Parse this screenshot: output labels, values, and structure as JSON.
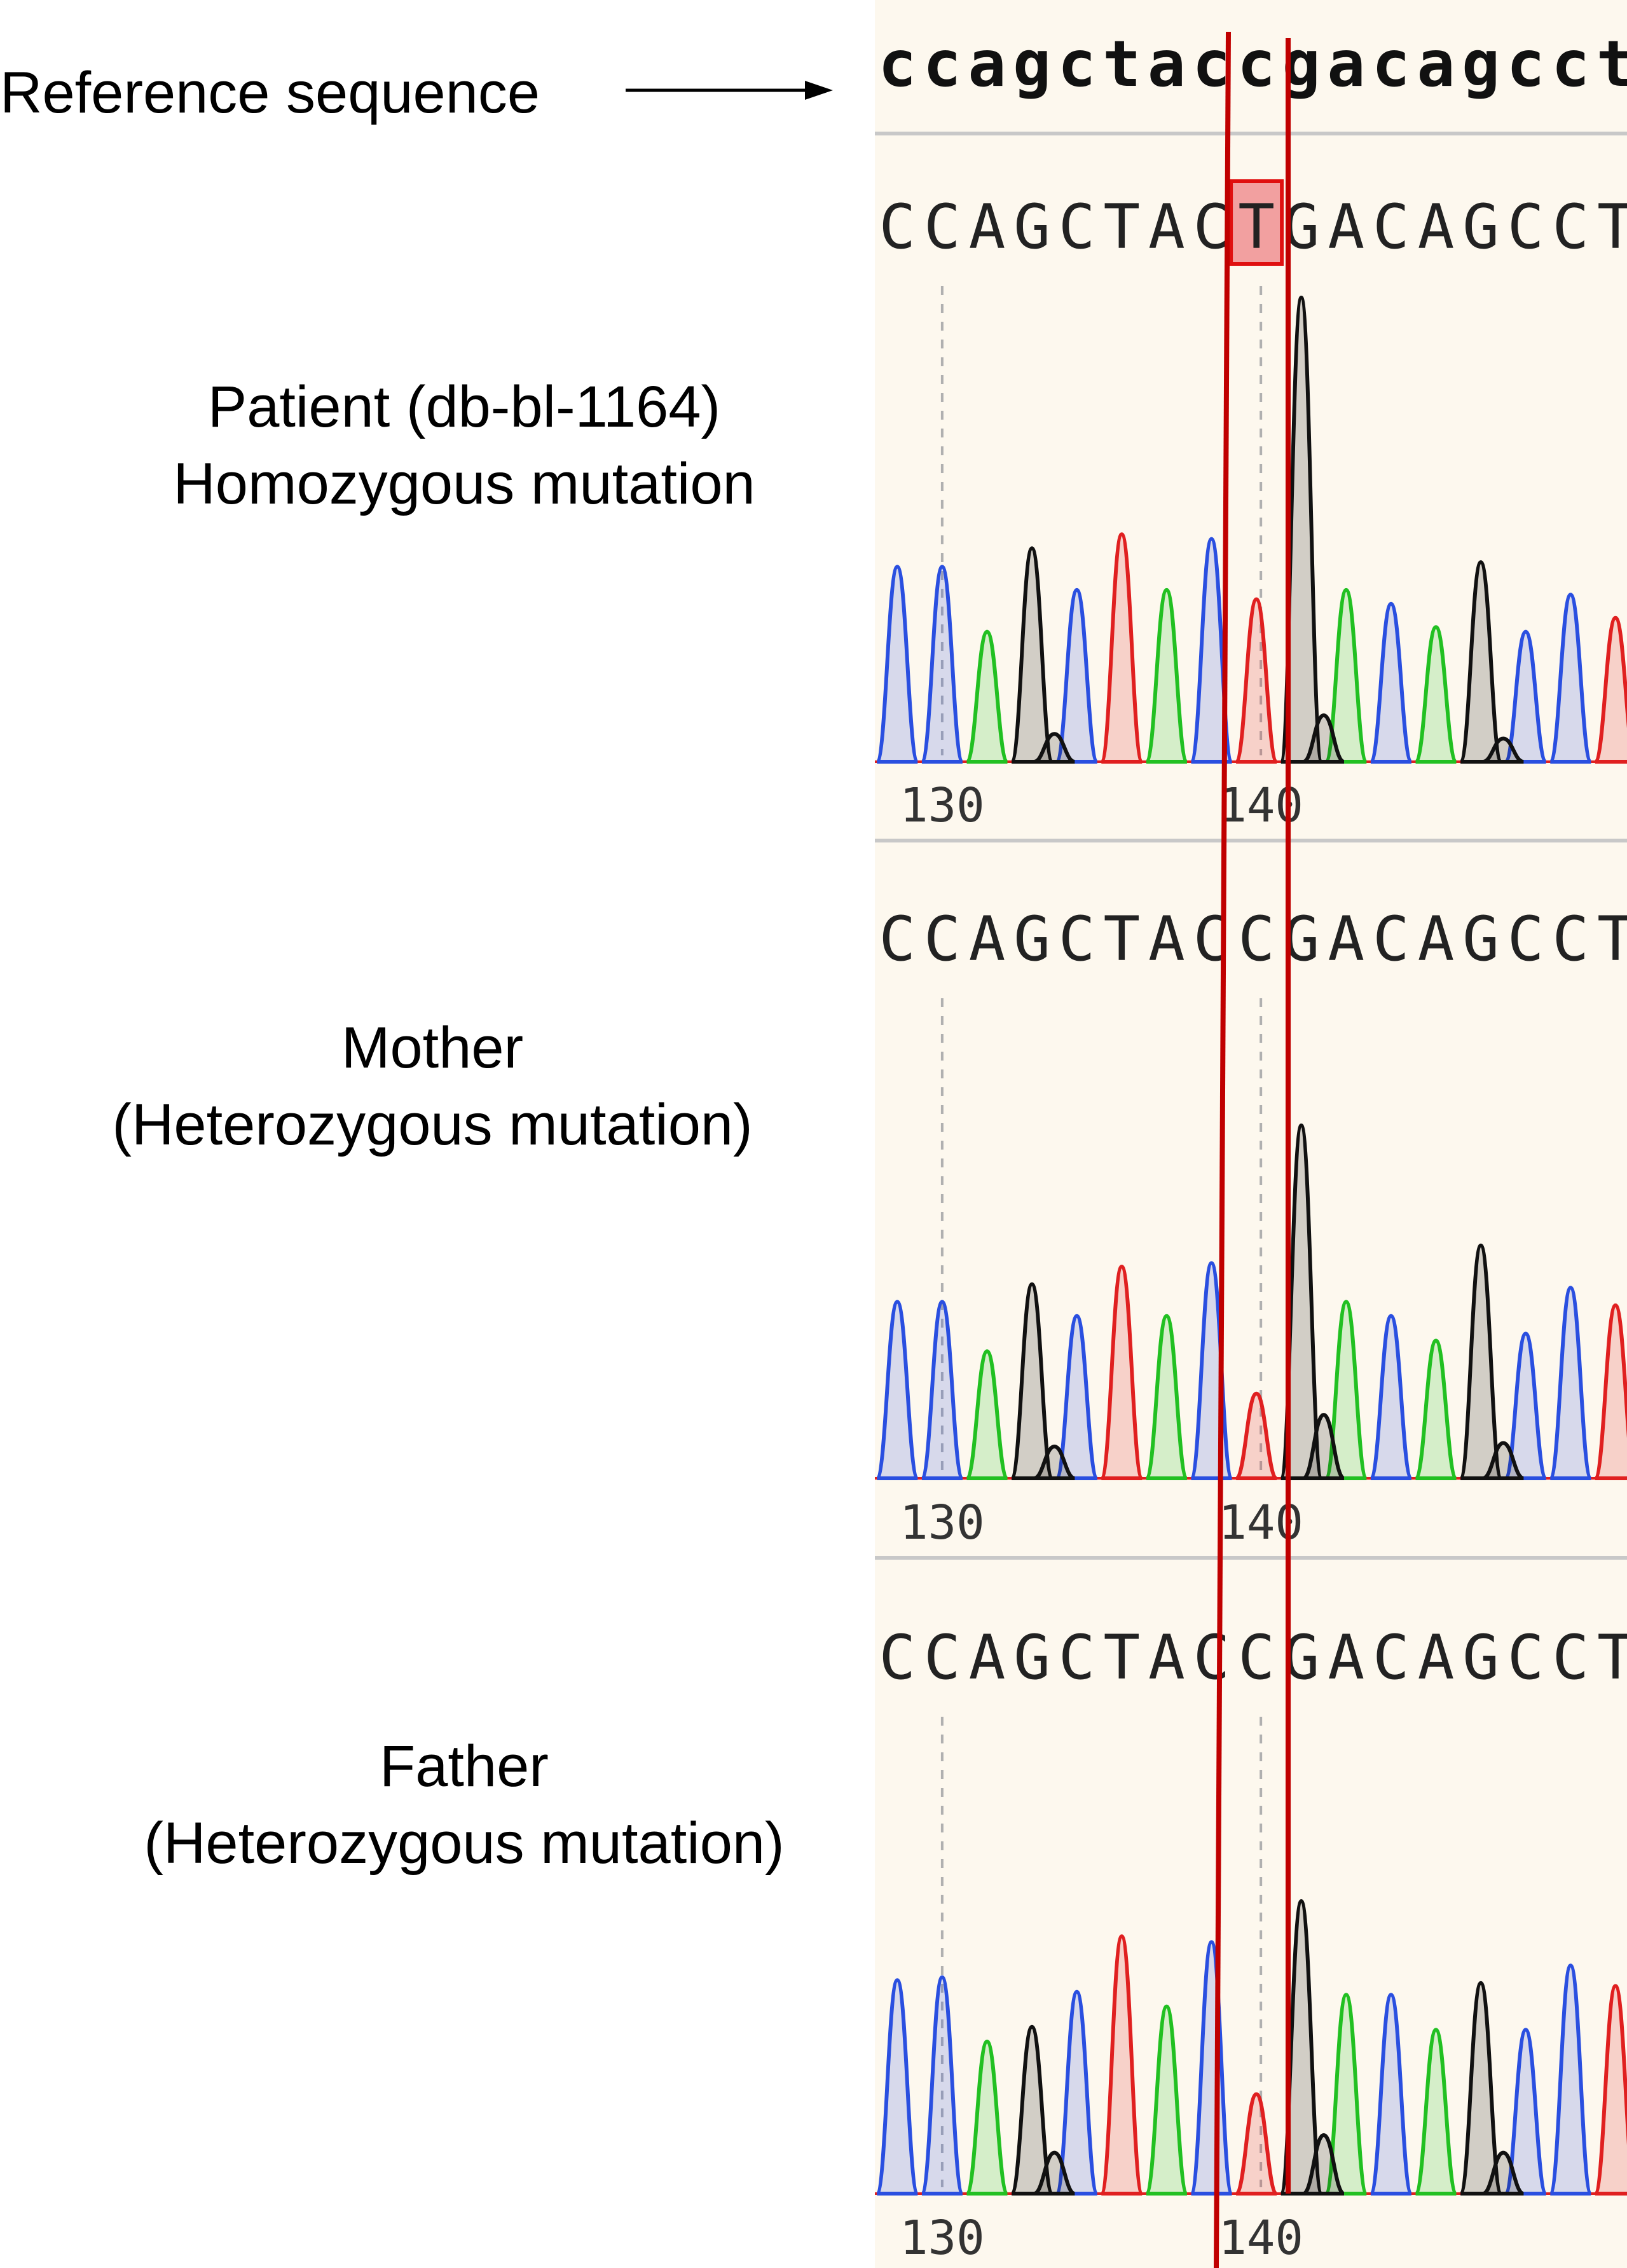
{
  "labels": {
    "reference": "Reference sequence",
    "patient_line1": "Patient (db-bl-1164)",
    "patient_line2": "Homozygous mutation",
    "mother_line1": "Mother",
    "mother_line2": "(Heterozygous mutation)",
    "father_line1": "Father",
    "father_line2": "(Heterozygous mutation)"
  },
  "reference_sequence": "ccagctaccgacagcct",
  "highlight_index": 8,
  "traces": [
    {
      "name": "patient",
      "called_sequence": "CCAGCTACTGACAGCCT",
      "position_ticks": [
        "130",
        "140"
      ],
      "peaks": [
        {
          "base": "C",
          "h": 0.42
        },
        {
          "base": "C",
          "h": 0.42
        },
        {
          "base": "A",
          "h": 0.28
        },
        {
          "base": "G",
          "h": 0.46
        },
        {
          "base": "C",
          "h": 0.37
        },
        {
          "base": "T",
          "h": 0.49
        },
        {
          "base": "A",
          "h": 0.37
        },
        {
          "base": "C",
          "h": 0.48
        },
        {
          "base": "T",
          "h": 0.35
        },
        {
          "base": "G",
          "h": 1.0
        },
        {
          "base": "A",
          "h": 0.37
        },
        {
          "base": "C",
          "h": 0.34
        },
        {
          "base": "A",
          "h": 0.29
        },
        {
          "base": "G",
          "h": 0.43
        },
        {
          "base": "C",
          "h": 0.28
        },
        {
          "base": "C",
          "h": 0.36
        },
        {
          "base": "T",
          "h": 0.31
        }
      ],
      "minor_peaks": [
        {
          "after": 3,
          "base": "G",
          "h": 0.06
        },
        {
          "after": 9,
          "base": "G",
          "h": 0.1
        },
        {
          "after": 13,
          "base": "G",
          "h": 0.05
        }
      ]
    },
    {
      "name": "mother",
      "called_sequence": "CCAGCTACCGACAGCCT",
      "position_ticks": [
        "130",
        "140"
      ],
      "peaks": [
        {
          "base": "C",
          "h": 0.5
        },
        {
          "base": "C",
          "h": 0.5
        },
        {
          "base": "A",
          "h": 0.36
        },
        {
          "base": "G",
          "h": 0.55
        },
        {
          "base": "C",
          "h": 0.46
        },
        {
          "base": "T",
          "h": 0.6
        },
        {
          "base": "A",
          "h": 0.46
        },
        {
          "base": "C",
          "h": 0.61
        },
        {
          "base": "T",
          "h": 0.24
        },
        {
          "base": "G",
          "h": 1.0
        },
        {
          "base": "A",
          "h": 0.5
        },
        {
          "base": "C",
          "h": 0.46
        },
        {
          "base": "A",
          "h": 0.39
        },
        {
          "base": "G",
          "h": 0.66
        },
        {
          "base": "C",
          "h": 0.41
        },
        {
          "base": "C",
          "h": 0.54
        },
        {
          "base": "T",
          "h": 0.49
        }
      ],
      "minor_peaks": [
        {
          "after": 3,
          "base": "G",
          "h": 0.09
        },
        {
          "after": 9,
          "base": "G",
          "h": 0.18
        },
        {
          "after": 13,
          "base": "G",
          "h": 0.1
        }
      ]
    },
    {
      "name": "father",
      "called_sequence": "CCAGCTACCGACAGCCT",
      "position_ticks": [
        "130",
        "140"
      ],
      "peaks": [
        {
          "base": "C",
          "h": 0.73
        },
        {
          "base": "C",
          "h": 0.74
        },
        {
          "base": "A",
          "h": 0.52
        },
        {
          "base": "G",
          "h": 0.57
        },
        {
          "base": "C",
          "h": 0.69
        },
        {
          "base": "T",
          "h": 0.88
        },
        {
          "base": "A",
          "h": 0.64
        },
        {
          "base": "C",
          "h": 0.86
        },
        {
          "base": "T",
          "h": 0.34
        },
        {
          "base": "G",
          "h": 1.0
        },
        {
          "base": "A",
          "h": 0.68
        },
        {
          "base": "C",
          "h": 0.68
        },
        {
          "base": "A",
          "h": 0.56
        },
        {
          "base": "G",
          "h": 0.72
        },
        {
          "base": "C",
          "h": 0.56
        },
        {
          "base": "C",
          "h": 0.78
        },
        {
          "base": "T",
          "h": 0.71
        }
      ],
      "minor_peaks": [
        {
          "after": 3,
          "base": "G",
          "h": 0.14
        },
        {
          "after": 9,
          "base": "G",
          "h": 0.2
        },
        {
          "after": 13,
          "base": "G",
          "h": 0.14
        }
      ]
    }
  ],
  "base_colors": {
    "A": "#22c022",
    "C": "#2a4fe0",
    "G": "#111111",
    "T": "#e02020"
  },
  "colors": {
    "panel_background": "#fdf8ee",
    "marker_line": "#c00000",
    "highlight_fill": "#f2a0a0",
    "highlight_border": "#e01010",
    "divider": "#c8c8c8"
  }
}
